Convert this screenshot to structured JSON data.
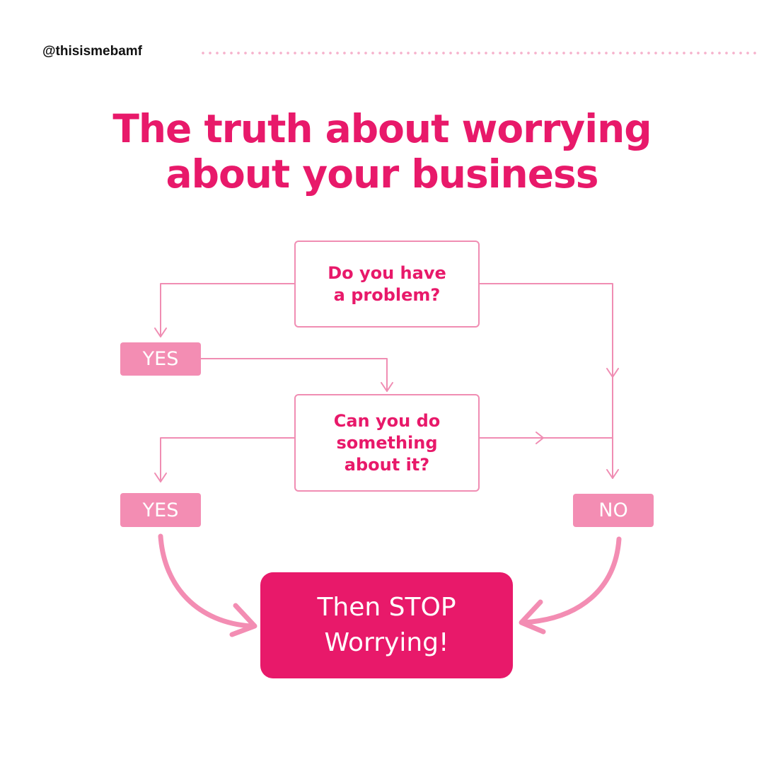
{
  "header": {
    "handle": "@thisismebamf"
  },
  "title": {
    "line1": "The truth about worrying",
    "line2": "about your business"
  },
  "flowchart": {
    "question1": {
      "line1": "Do you have",
      "line2": "a problem?"
    },
    "question2": {
      "line1": "Can you do",
      "line2": "something",
      "line3": "about it?"
    },
    "yes_label_1": "YES",
    "yes_label_2": "YES",
    "no_label": "NO",
    "result": {
      "line1": "Then STOP",
      "line2": "Worrying!"
    }
  },
  "colors": {
    "accent": "#e8196a",
    "connector": "#f08db3",
    "tag_fill": "#f38db3",
    "dots": "#f6b2cc",
    "handle_text": "#111111"
  }
}
